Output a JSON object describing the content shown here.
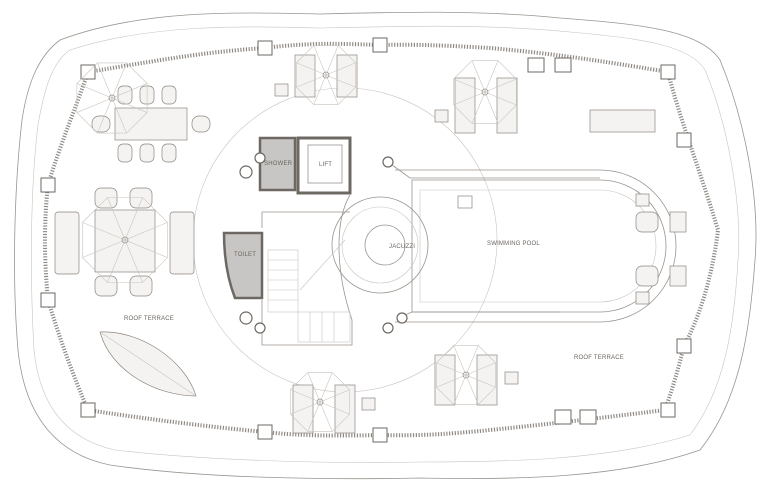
{
  "plan": {
    "labels": {
      "shower": "SHOWER",
      "lift": "LIFT",
      "toilet": "TOILET",
      "jacuzzi": "JACUZZI",
      "pool": "SWIMMING POOL",
      "terrace_left": "ROOF TERRACE",
      "terrace_right": "ROOF TERRACE"
    },
    "colors": {
      "line": "#9a948e",
      "wall": "#6e6863",
      "room_fill": "#c8c6c4",
      "background": "#ffffff"
    }
  }
}
